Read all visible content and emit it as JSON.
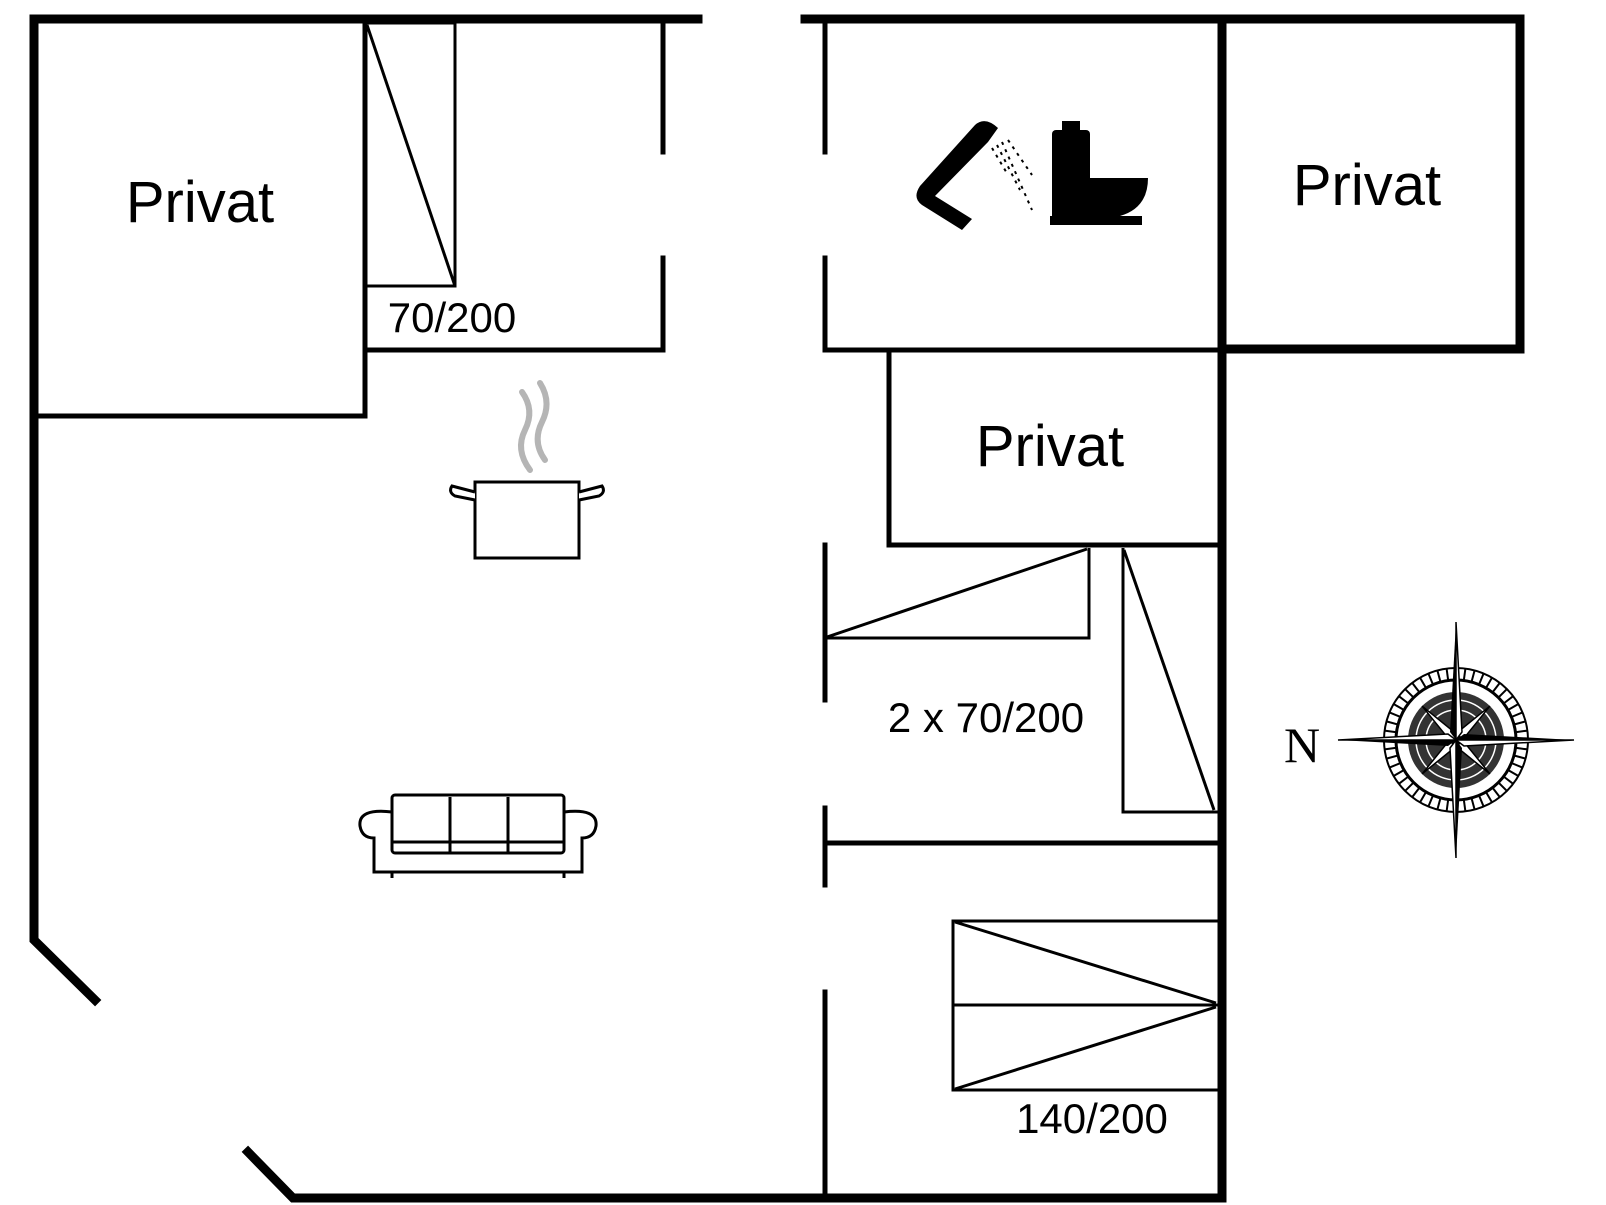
{
  "rooms": {
    "private_top_left": "Privat",
    "private_top_right": "Privat",
    "private_middle": "Privat"
  },
  "beds": {
    "single_top": "70/200",
    "twin_middle": "2 x 70/200",
    "double_bottom": "140/200"
  },
  "compass": {
    "north_label": "N"
  },
  "icons": {
    "kitchen": "cooking-pot-icon",
    "living": "sofa-icon",
    "bathroom_shower": "shower-icon",
    "bathroom_toilet": "toilet-icon",
    "orientation": "compass-rose-icon"
  },
  "colors": {
    "lines": "#000000",
    "background": "#ffffff"
  }
}
